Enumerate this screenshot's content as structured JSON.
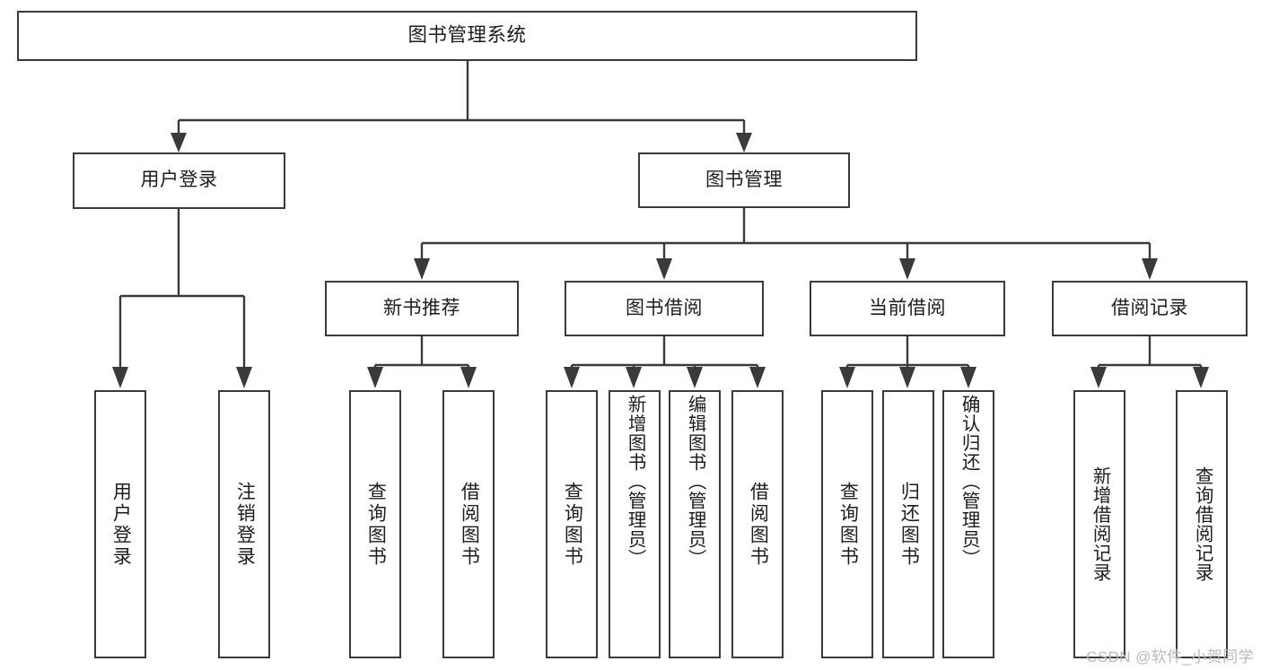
{
  "diagram": {
    "title": "图书管理系统",
    "type": "tree-hierarchy",
    "watermark": "CSDN @软件_小贺同学",
    "colors": {
      "stroke": "#3a3a3a",
      "box_fill": "#ffffff",
      "text": "#1d1d1d",
      "watermark": "#b9b9b9",
      "background": "#ffffff"
    },
    "levels": {
      "root": {
        "label": "图书管理系统"
      },
      "level2": [
        {
          "id": "user-login",
          "label": "用户登录"
        },
        {
          "id": "book-management",
          "label": "图书管理"
        }
      ],
      "level3": [
        {
          "id": "new-book-recommend",
          "label": "新书推荐"
        },
        {
          "id": "book-borrow",
          "label": "图书借阅"
        },
        {
          "id": "current-borrow",
          "label": "当前借阅"
        },
        {
          "id": "borrow-record",
          "label": "借阅记录"
        }
      ],
      "leaves": [
        {
          "id": "leaf-user-login",
          "label": "用户登录",
          "parent": "user-login"
        },
        {
          "id": "leaf-logout-login",
          "label": "注销登录",
          "parent": "user-login"
        },
        {
          "id": "leaf-query-book-1",
          "label": "查询图书",
          "parent": "new-book-recommend"
        },
        {
          "id": "leaf-borrow-book-1",
          "label": "借阅图书",
          "parent": "new-book-recommend"
        },
        {
          "id": "leaf-query-book-2",
          "label": "查询图书",
          "parent": "book-borrow"
        },
        {
          "id": "leaf-add-book",
          "label": "新增图书（管理员）",
          "parent": "book-borrow"
        },
        {
          "id": "leaf-edit-book",
          "label": "编辑图书（管理员）",
          "parent": "book-borrow"
        },
        {
          "id": "leaf-borrow-book-2",
          "label": "借阅图书",
          "parent": "book-borrow"
        },
        {
          "id": "leaf-query-book-3",
          "label": "查询图书",
          "parent": "current-borrow"
        },
        {
          "id": "leaf-return-book",
          "label": "归还图书",
          "parent": "current-borrow"
        },
        {
          "id": "leaf-confirm-return",
          "label": "确认归还（管理员）",
          "parent": "current-borrow"
        },
        {
          "id": "leaf-add-record",
          "label": "新增借阅记录",
          "parent": "borrow-record"
        },
        {
          "id": "leaf-query-record",
          "label": "查询借阅记录",
          "parent": "borrow-record"
        }
      ]
    }
  }
}
